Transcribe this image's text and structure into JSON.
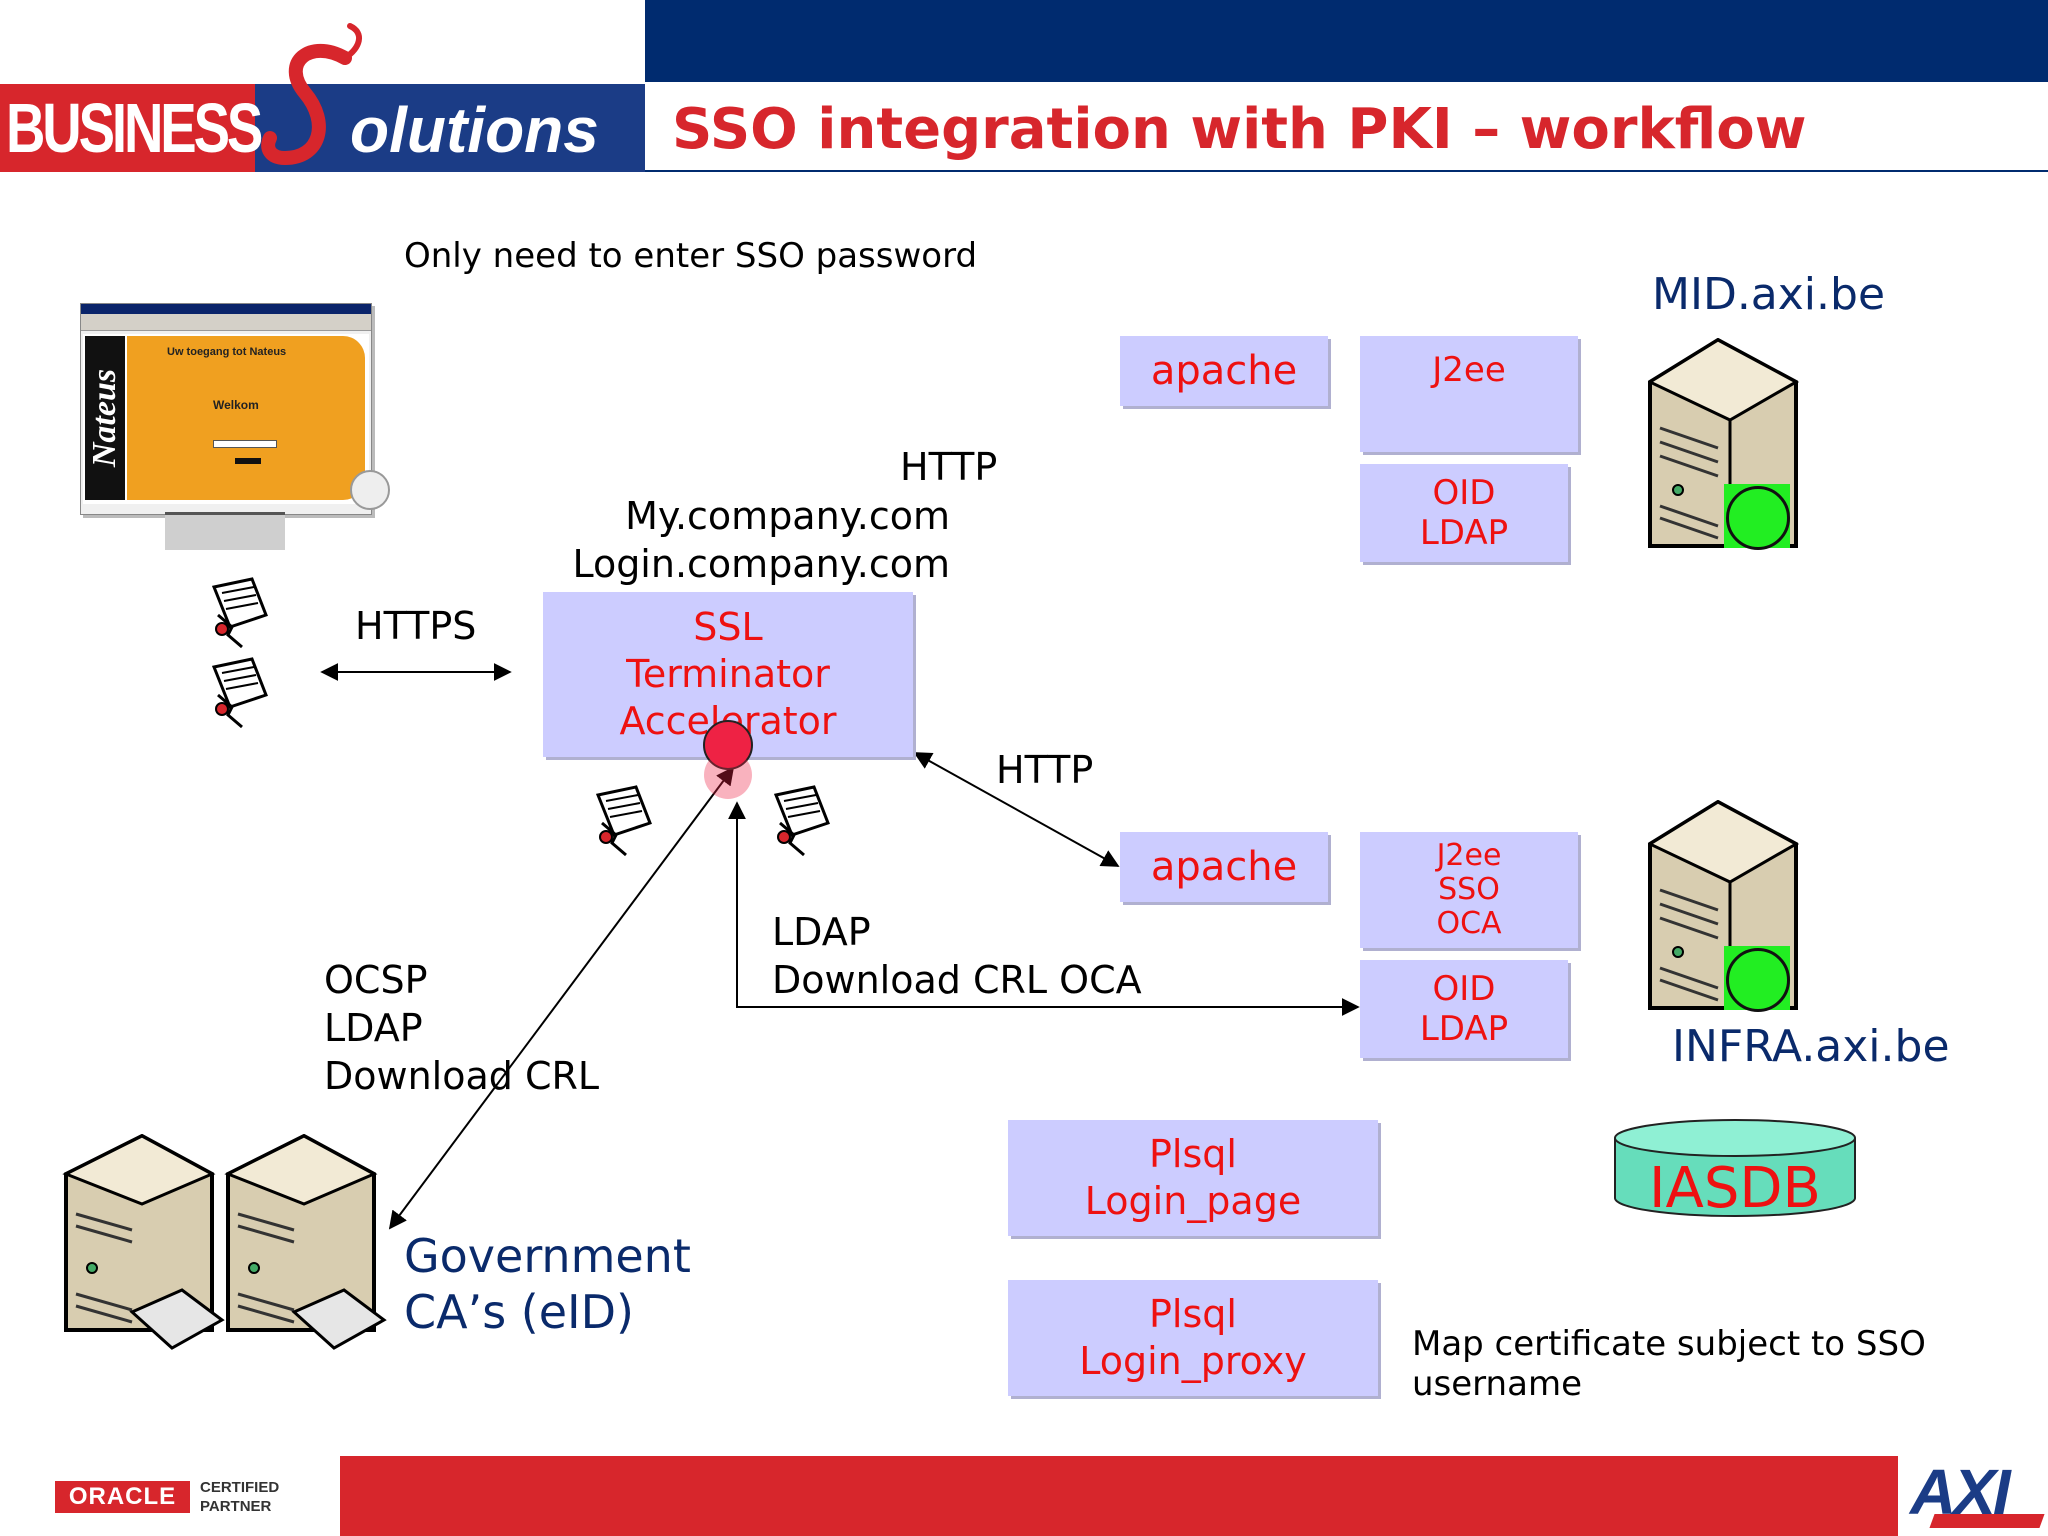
{
  "header": {
    "logo_business": "BUSINESS",
    "logo_s": "S",
    "logo_olutions": "olutions",
    "title": "SSO integration with PKI – workflow"
  },
  "notes": {
    "sso_password": "Only need to enter SSO password",
    "map_certificate": "Map certificate subject to SSO\nusername"
  },
  "browser": {
    "sidebar_logo": "Nateus",
    "greeting": "Uw toegang tot Nateus",
    "welcome": "Welkom"
  },
  "labels": {
    "https": "HTTPS",
    "http_top": "HTTP",
    "hosts": "My.company.com\nLogin.company.com",
    "http_mid": "HTTP",
    "ldap_crl_oca": "LDAP\nDownload CRL OCA",
    "ocsp": "OCSP\nLDAP\nDownload CRL",
    "government": "Government\nCA’s (eID)",
    "mid_server": "MID.axi.be",
    "infra_server": "INFRA.axi.be"
  },
  "boxes": {
    "ssl": "SSL\nTerminator\nAccelerator",
    "apache_top": "apache",
    "j2ee_top": "J2ee",
    "oid_top": "OID\nLDAP",
    "apache_bottom": "apache",
    "j2ee_bottom": "J2ee\nSSO\nOCA",
    "oid_bottom": "OID\nLDAP",
    "plsql_page": "Plsql\nLogin_page",
    "plsql_proxy": "Plsql\nLogin_proxy",
    "iasdb": "IASDB"
  },
  "footer": {
    "oracle": "ORACLE",
    "certified": "CERTIFIED\nPARTNER",
    "axi": "AXI"
  },
  "colors": {
    "navy": "#002b6f",
    "brand_red": "#d7262c",
    "box_fill": "#ccccff",
    "box_text": "#ee1111",
    "status_green": "#22ee22"
  }
}
